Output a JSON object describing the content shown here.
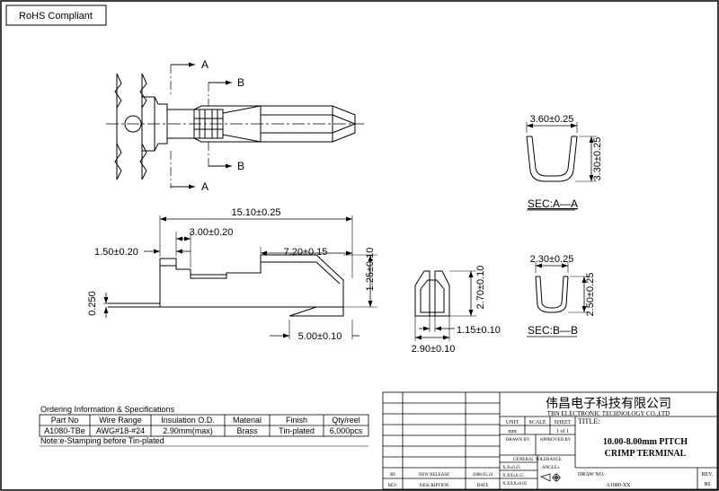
{
  "rohs_label": "RoHS Compliant",
  "section_labels": {
    "a": "A",
    "b": "B"
  },
  "dimensions": {
    "sec_a_width": "3.60±0.25",
    "sec_a_height": "3.30±0.25",
    "overall_length": "15.10±0.25",
    "crimp_width": "3.00±0.20",
    "front_offset": "1.50±0.20",
    "contact_length": "7.20±0.15",
    "total_height": "1.25±0.10",
    "material_thickness": "0.250",
    "tail_length": "5.00±0.10",
    "front_height": "2.70±0.10",
    "front_slot": "1.15±0.10",
    "front_width": "2.90±0.10",
    "sec_b_width": "2.30±0.25",
    "sec_b_height": "2.50±0.25"
  },
  "section_titles": {
    "a": "SEC:A—A",
    "b": "SEC:B—B"
  },
  "ordering": {
    "title": "Ordering  Information  &  Specifications",
    "headers": [
      "Part No",
      "Wire Range",
      "Insulation O.D.",
      "Material",
      "Finish",
      "Qty/reel"
    ],
    "row": [
      "A1080-TBe",
      "AWG#18-#24",
      "2.90mm(max)",
      "Brass",
      "Tin-plated",
      "6,000pcs"
    ],
    "note": "Note:e-Stamping before Tin-plated"
  },
  "title_block": {
    "company_cn": "伟昌电子科技有限公司",
    "company_en": "TBN ELECTRONIC TECHNOLOGY CO.,LTD",
    "unit_label": "UNIT",
    "scale_label": "SCALE",
    "sheet_label": "SHEET",
    "title_label": "TITLE:",
    "unit_value": "mm",
    "sheet_value": "1 of 1",
    "drawn_by": "DRAWN BY",
    "approved_by": "APPROVED BY",
    "title_line1": "10.00-8.00mm PITCH",
    "title_line2": "CRIMP TERMINAL",
    "general_tolerance": "GENERAL TOLERANCE",
    "tol_1": "X.X±0.25",
    "tol_2": "X.XX±0.15",
    "tol_3": "X.XXX±0.05",
    "angle_label": "ANGLE±",
    "drawing_no_label": "DRAW NO.:",
    "drawing_no": "A1080-XX",
    "rev_label": "REV.",
    "rev_value": "B0",
    "history_rev": "B0",
    "history_desc": "NEW RELEASE",
    "history_date": "2008.05.24",
    "col_rev": "REV.",
    "col_desc": "DESCRIPTION",
    "col_date": "DATE"
  }
}
